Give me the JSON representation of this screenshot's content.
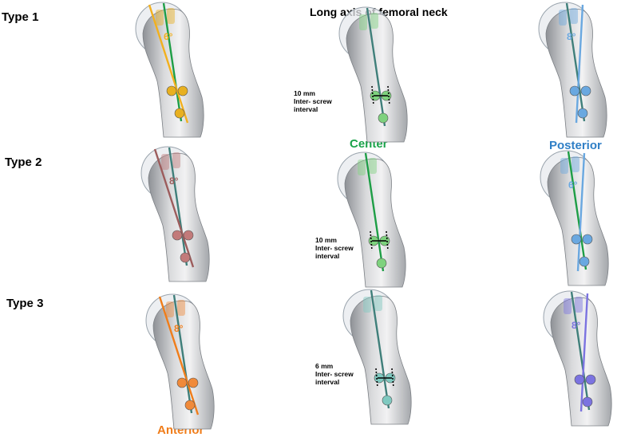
{
  "title": "Long axis of femoral neck",
  "rows": [
    {
      "label": "Type 1"
    },
    {
      "label": "Type 2"
    },
    {
      "label": "Type 3"
    }
  ],
  "column_labels": {
    "center": {
      "text": "Center",
      "color": "#1aa34a"
    },
    "posterior": {
      "text": "Posterior",
      "color": "#2f7fc6"
    },
    "anterior": {
      "text": "Anterior",
      "color": "#f07d1a"
    }
  },
  "notes": {
    "type1": [
      "10 mm",
      "Inter- screw",
      "interval"
    ],
    "type2": [
      "10 mm",
      "Inter- screw",
      "interval"
    ],
    "type3": [
      "6 mm",
      "Inter- screw",
      "interval"
    ]
  },
  "panels": [
    {
      "id": "r1-left",
      "angle": "6°",
      "screw_color": "#e8b020",
      "line_color": "#f2b01e",
      "axis_color": "#1e9e46"
    },
    {
      "id": "r1-mid",
      "angle": "",
      "screw_color": "#7ed27e",
      "line_color": "#3f7f7a",
      "axis_color": "#3f7f7a"
    },
    {
      "id": "r1-right",
      "angle": "8°",
      "screw_color": "#6aa8e0",
      "line_color": "#6aa8e0",
      "axis_color": "#3f7f7a"
    },
    {
      "id": "r2-left",
      "angle": "8°",
      "screw_color": "#c27a7a",
      "line_color": "#9c5c5c",
      "axis_color": "#3f7f7a"
    },
    {
      "id": "r2-mid",
      "angle": "",
      "screw_color": "#7ed27e",
      "line_color": "#1e9e46",
      "axis_color": "#1e9e46"
    },
    {
      "id": "r2-right",
      "angle": "6°",
      "screw_color": "#6aa8e0",
      "line_color": "#6aa8e0",
      "axis_color": "#1e9e46"
    },
    {
      "id": "r3-left",
      "angle": "8°",
      "screw_color": "#f08a3a",
      "line_color": "#f07d1a",
      "axis_color": "#3f7f7a"
    },
    {
      "id": "r3-mid",
      "angle": "",
      "screw_color": "#7fc9c0",
      "line_color": "#3f7f7a",
      "axis_color": "#3f7f7a"
    },
    {
      "id": "r3-right",
      "angle": "8°",
      "screw_color": "#7b73e0",
      "line_color": "#7b73e0",
      "axis_color": "#3f7f7a"
    }
  ]
}
